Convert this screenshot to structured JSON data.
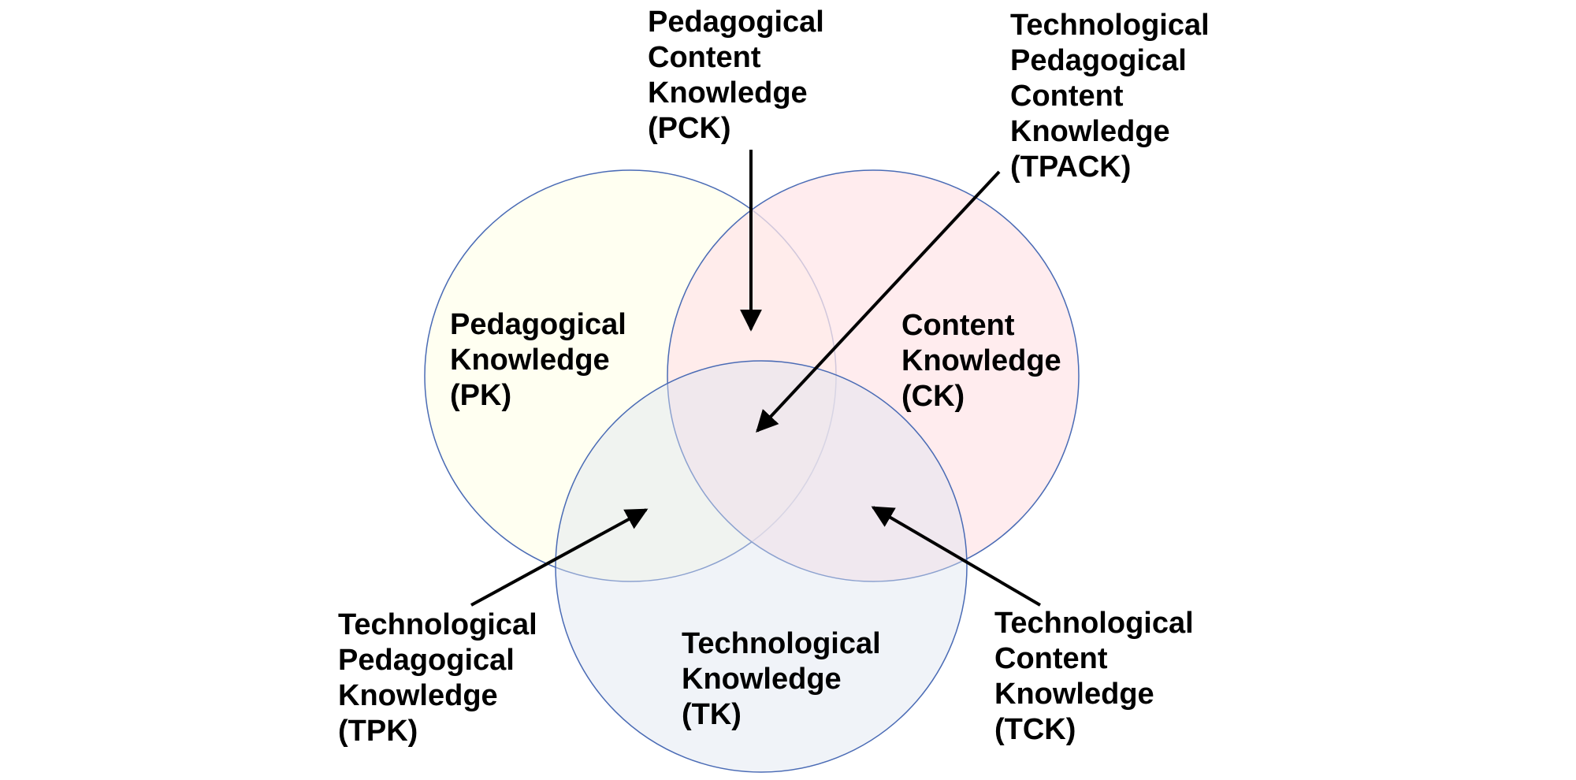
{
  "circles": {
    "pk": {
      "fill": "#FFFFEE",
      "stroke": "#4A6BB5"
    },
    "ck": {
      "fill": "#FFE6E8",
      "stroke": "#4A6BB5"
    },
    "tk": {
      "fill": "#DEE4F0",
      "stroke": "#4A6BB5"
    }
  },
  "arrow_color": "#000000",
  "labels": {
    "pk": [
      "Pedagogical",
      "Knowledge",
      "(PK)"
    ],
    "ck": [
      "Content",
      "Knowledge",
      "(CK)"
    ],
    "tk": [
      "Technological",
      "Knowledge",
      "(TK)"
    ],
    "pck": [
      "Pedagogical",
      "Content",
      "Knowledge",
      "(PCK)"
    ],
    "tpack": [
      "Technological",
      "Pedagogical",
      "Content",
      "Knowledge",
      "(TPACK)"
    ],
    "tpk": [
      "Technological",
      "Pedagogical",
      "Knowledge",
      "(TPK)"
    ],
    "tck": [
      "Technological",
      "Content",
      "Knowledge",
      "(TCK)"
    ]
  }
}
